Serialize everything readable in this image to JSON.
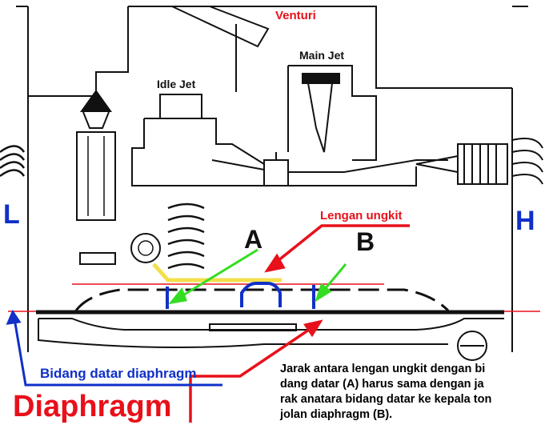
{
  "labels": {
    "venturi": "Venturi",
    "main_jet": "Main Jet",
    "idle_jet": "Idle Jet",
    "left": "L",
    "right": "H",
    "lengan_ungkit": "Lengan ungkit",
    "a": "A",
    "b": "B",
    "bidang_datar": "Bidang datar diaphragm",
    "diaphragm": "Diaphragm"
  },
  "note": "Jarak antara lengan ungkit dengan bi\ndang datar (A) harus sama dengan ja\nrak anatara bidang datar ke kepala ton\njolan diaphragm (B).",
  "colors": {
    "red": "#e8101a",
    "blue": "#1030c8",
    "green": "#33dd22",
    "yellow": "#f2e04a",
    "ink": "#111111"
  }
}
